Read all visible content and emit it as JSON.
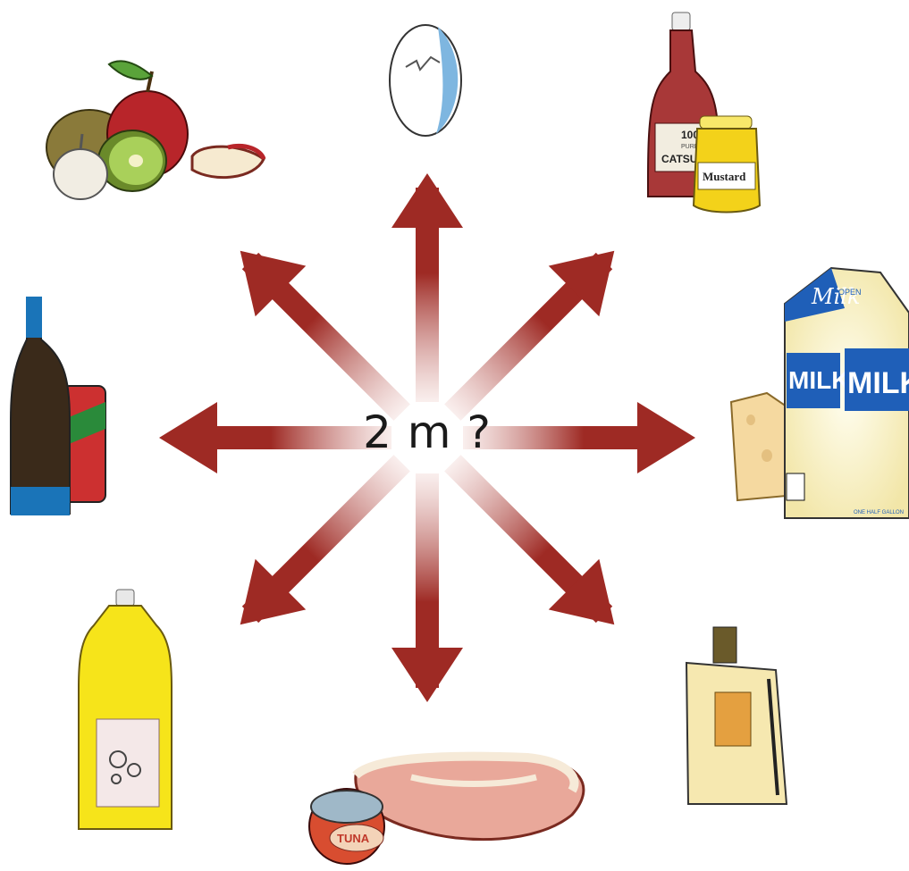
{
  "center_label": "2 m ?",
  "arrow_color": "#9e2a24",
  "items": {
    "produce": {
      "icon": "fruit-vegetables-icon"
    },
    "egg": {
      "icon": "cracked-egg-icon"
    },
    "condiments": {
      "icon": "ketchup-mustard-icon",
      "catsup_line1": "100%",
      "catsup_line2": "PURE",
      "catsup_line3": "CATSU",
      "mustard": "Mustard"
    },
    "dairy": {
      "icon": "milk-cheese-icon",
      "milk_script": "Milk",
      "open": "OPEN",
      "milk_side": "MILK",
      "milk_front": "MILK",
      "gallon": "ONE HALF GALLON"
    },
    "perfume": {
      "icon": "perfume-bottle-icon"
    },
    "meat_fish": {
      "icon": "steak-tuna-icon",
      "tuna": "TUNA"
    },
    "detergent": {
      "icon": "dish-soap-bottle-icon"
    },
    "soda": {
      "icon": "soda-bottle-can-icon"
    }
  }
}
